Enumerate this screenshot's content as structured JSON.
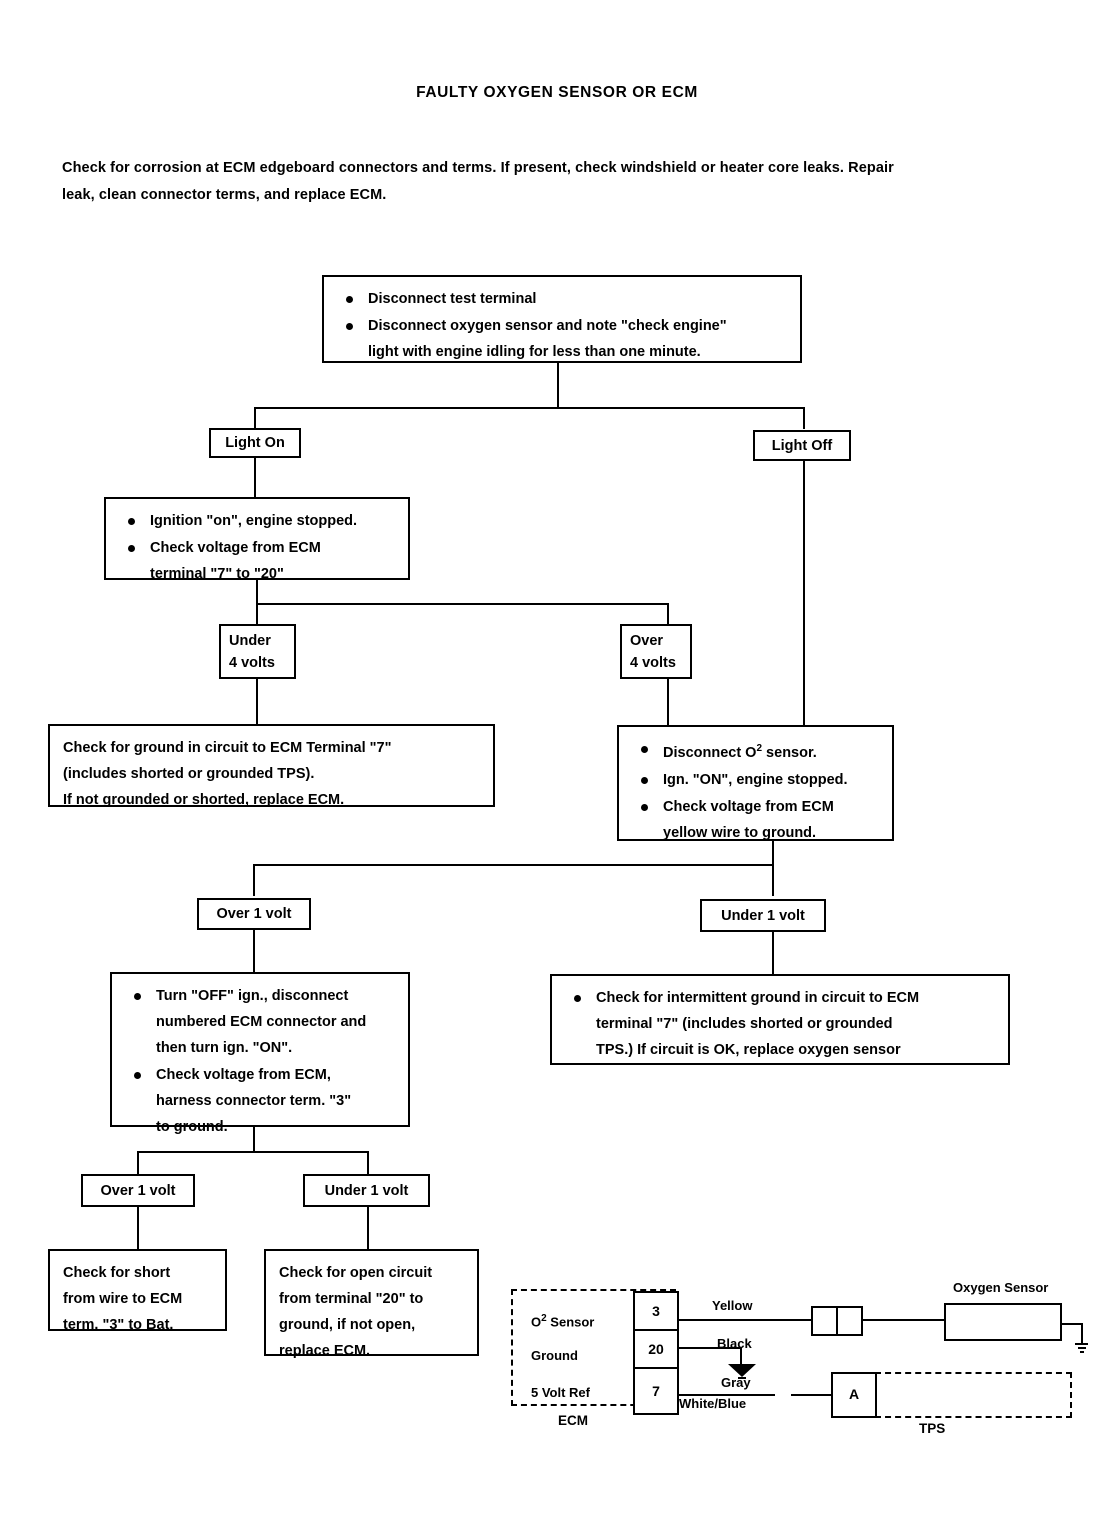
{
  "title": "FAULTY OXYGEN SENSOR OR ECM",
  "intro": {
    "line1": "Check  for corrosion at ECM edgeboard connectors and terms.  If present, check windshield or heater core leaks.  Repair",
    "line2": "leak, clean connector terms, and replace ECM."
  },
  "flow": {
    "start": {
      "bullet1": "Disconnect test terminal",
      "bullet2": "Disconnect oxygen sensor and note \"check engine\"",
      "bullet2b": "light with engine idling for less than one minute."
    },
    "light_on": "Light On",
    "light_off": "Light Off",
    "ignition_box": {
      "bullet1": "Ignition \"on\", engine stopped.",
      "bullet2": "Check voltage from ECM",
      "bullet2b": "terminal \"7\" to \"20\""
    },
    "under_4_volts_a": "Under",
    "under_4_volts_b": "4 volts",
    "over_4_volts_a": "Over",
    "over_4_volts_b": "4 volts",
    "ground_check_box": {
      "line1": "Check for ground in circuit to ECM Terminal \"7\"",
      "line2": "(includes shorted or grounded TPS).",
      "line3": "If not grounded or shorted, replace ECM."
    },
    "disconnect_o2_box": {
      "bullet1_pre": "Disconnect O",
      "bullet1_sup": "2",
      "bullet1_post": " sensor.",
      "bullet2": "Ign. \"ON\", engine stopped.",
      "bullet3": "Check voltage from ECM",
      "bullet3b": "yellow wire to ground."
    },
    "over_1_volt_mid": "Over 1 volt",
    "under_1_volt_mid": "Under 1 volt",
    "turn_off_ign_box": {
      "bullet1": "Turn \"OFF\" ign., disconnect",
      "bullet1b": "numbered ECM connector and",
      "bullet1c": "then turn ign. \"ON\".",
      "bullet2": "Check voltage from ECM,",
      "bullet2b": "harness connector term. \"3\"",
      "bullet2c": "to ground."
    },
    "intermittent_box": {
      "bullet1": "Check for intermittent ground in circuit to ECM",
      "bullet1b": "terminal \"7\" (includes shorted or grounded",
      "bullet1c": "TPS.)  If circuit is OK, replace oxygen sensor"
    },
    "over_1_volt_bot": "Over 1 volt",
    "under_1_volt_bot": "Under 1 volt",
    "short_box": {
      "line1": "Check for short",
      "line2": "from wire to ECM",
      "line3": "term. \"3\" to Bat."
    },
    "open_box": {
      "line1": "Check for open circuit",
      "line2": "from terminal \"20\" to",
      "line3": "ground, if not open,",
      "line4": "replace ECM."
    }
  },
  "wiring": {
    "ecm_label": "ECM",
    "tps_label": "TPS",
    "oxygen_sensor_label": "Oxygen Sensor",
    "rows": [
      {
        "name_pre": "O",
        "name_sup": "2",
        "name_post": " Sensor",
        "pin": "3"
      },
      {
        "name_pre": "Ground",
        "name_sup": "",
        "name_post": "",
        "pin": "20"
      },
      {
        "name_pre": "5 Volt Ref",
        "name_sup": "",
        "name_post": "",
        "pin": "7"
      }
    ],
    "wire_yellow": "Yellow",
    "wire_black": "Black",
    "wire_gray": "Gray",
    "wire_white_blue": "White/Blue",
    "tps_terminal": "A"
  },
  "colors": {
    "ink": "#000000",
    "paper": "#ffffff"
  }
}
